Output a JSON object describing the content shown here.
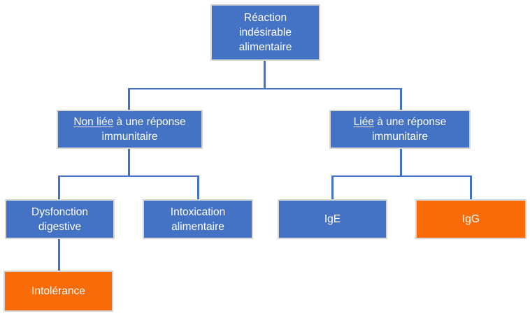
{
  "colors": {
    "blue": "#4472C4",
    "orange": "#F96B07",
    "line": "#4472C4",
    "border": "#D6D6D6",
    "text": "#FFFFFF"
  },
  "nodes": {
    "root": {
      "lines": [
        "Réaction",
        "indésirable",
        "alimentaire"
      ]
    },
    "non_immune": {
      "underlined": "Non liée",
      "line1_rest": " à une réponse",
      "line2": "immunitaire"
    },
    "immune": {
      "underlined": "Liée",
      "line1_rest": " à une réponse",
      "line2": "immunitaire"
    },
    "dysfonction": {
      "lines": [
        "Dysfonction",
        "digestive"
      ]
    },
    "intoxication": {
      "lines": [
        "Intoxication",
        "alimentaire"
      ]
    },
    "ige": {
      "label": "IgE"
    },
    "igg": {
      "label": "IgG"
    },
    "intolerance": {
      "label": "Intolérance"
    }
  }
}
